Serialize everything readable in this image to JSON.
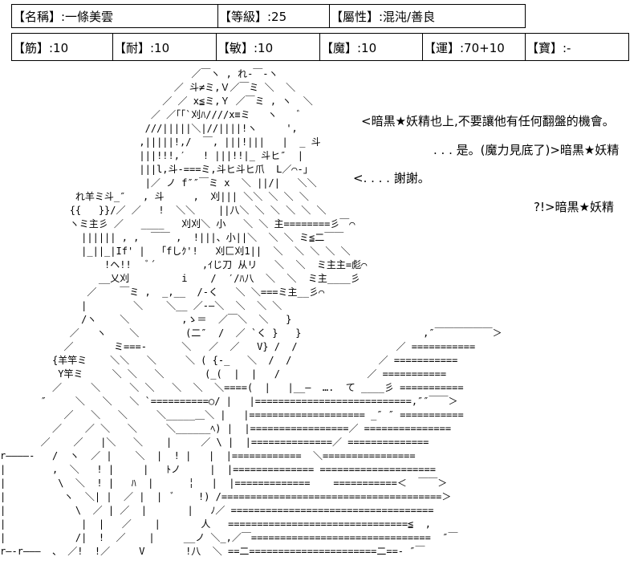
{
  "status": {
    "row1": {
      "name": "【名稱】:一條美雲",
      "level": "【等級】:25",
      "attribute": "【屬性】:混沌/善良"
    },
    "row2": {
      "strength": "【筋】:10",
      "endurance": "【耐】:10",
      "agility": "【敏】:10",
      "magic": "【魔】:10",
      "luck": "【運】:70+10",
      "treasure": "【寶】:-"
    }
  },
  "dialogue": {
    "line1": "<暗黒★妖精也上,不要讓他有任何翻盤的機會。",
    "line2": ". . . 是。(魔力見底了)>暗黒★妖精",
    "line3": "<. . . . 謝謝。",
    "line4": "?!>暗黒★妖精"
  },
  "art": "                                 ／￣ヽ , れ‐￣‐ヽ\n                              ／ 斗≠ミ,Ｖ／￣ミ ＼  ＼\n                            ／ ／ x≦ミ,Ｙ ／￣ミ , ヽ  ＼\n                          ／ ／｢｢`刈ﾊ////x≡ミ   ヽ    ﾞ\n                         ///|||||＼|//||||!ヽ     ',\n                        ,|||||!,/  ￣, |||!|||   |  _ 斗\n                        |||!!!,′   ! |||!!|_ 斗ヒ″  |\n                        |||l,斗-===ミ,斗ヒ斗ヒ爪  L／⌒-」\n                         |／ ノ f″″￣ミ x  ＼ ||/|   ＼＼\n             れ羊ミ斗_″   , 斗     ,  刈||| ＼＼ ＼ ＼ ＼\n            {{   }}/／ ／   !  ＼＼    ||八＼ ＼ ＼ ＼ ＼ ＼\n            ヽミ主彡 ／   ____   刈刈＼ 小   ＼ ＼ 主========彡￣⌒\n              |||||| , ,  ￣￣ ,  !|||、小||＼  ＼ ＼ ミ≦二￣￣\n              |_||_|If' |  「fしｸ'!   刈匚刈1||  ＼  ＼ ＼ ＼ ＼\n                  !ヘ!!   ﾞ´        ,ｲじ刀 从リ   ＼  ＼  ミ主主=彪⌒\n                 __乂刈         i    /  ′/ﾊ八  ＼  ＼  ミ主____彡\n               ／    ￣ミ ,  _,__  /-く   ＼ ＼===ミ主__彡⌒\n              |        ＼    ＼__ ／-―＼  ＼  ＼ ＼\n              /ヽ    ＼         ,ゝ＝  ／￣＼  ＼   }\n            ／   ヽ    ＼        (二″  /  ／ `く }   }                     ,″￣￣￣￣￣￣＞\n           ／       ミ===-      ＼   ／  ／   V} /  /                 ／ ===========\n         {羊竿ミ    ＼＼   ＼     ＼ ( {-_   ＼  /  /               ／ ===========\n          Y竿ミ     ＼ ＼   ＼       (_(  |  |   /               ／ ===========\n         ／     ＼     ＼ ＼   ＼  ＼  ＼====(  |   |__—  ….  て ____彡 ===========\n       ″     ＼   ＼   ＼ `==========○/ |   |===========================,″″￣￣＞\n           ／   ＼   ＼     ＼_____＿＼ |   |==================== _″ ″ ===========\n         ／    ／ ＼   ＼     ＼______ﾍ) |  |=================／ ===============\n       ／    ／   |＼   ＼    |     ／ \\ |  |==============／ ==============\nr————-   /  ヽ  ／ |    ＼  |  ! |   |  |============  ＼================\n|        ,  ＼   ! |     |   ﾄノ     |  |============== ====================\n|         \\  ＼  ! |   ﾊ  |      ╎   |  |=============    ===========＜  ￣￣＞\n|          ヽ  ＼| |  ／ |  |  ﾞ    !) /======================================＞\n|            \\  ／ | ／  |       |   ﾉ／ ===================================\n|             |  |   ／    |       人   ===============================≦  ,\n|            /|  !  ／    |     __ノ ＼_,／￣===============================  ″￣\nr—-r———  、 ／!  !／     V       !八  ＼ ==二======================二==- ″￣\n"
}
